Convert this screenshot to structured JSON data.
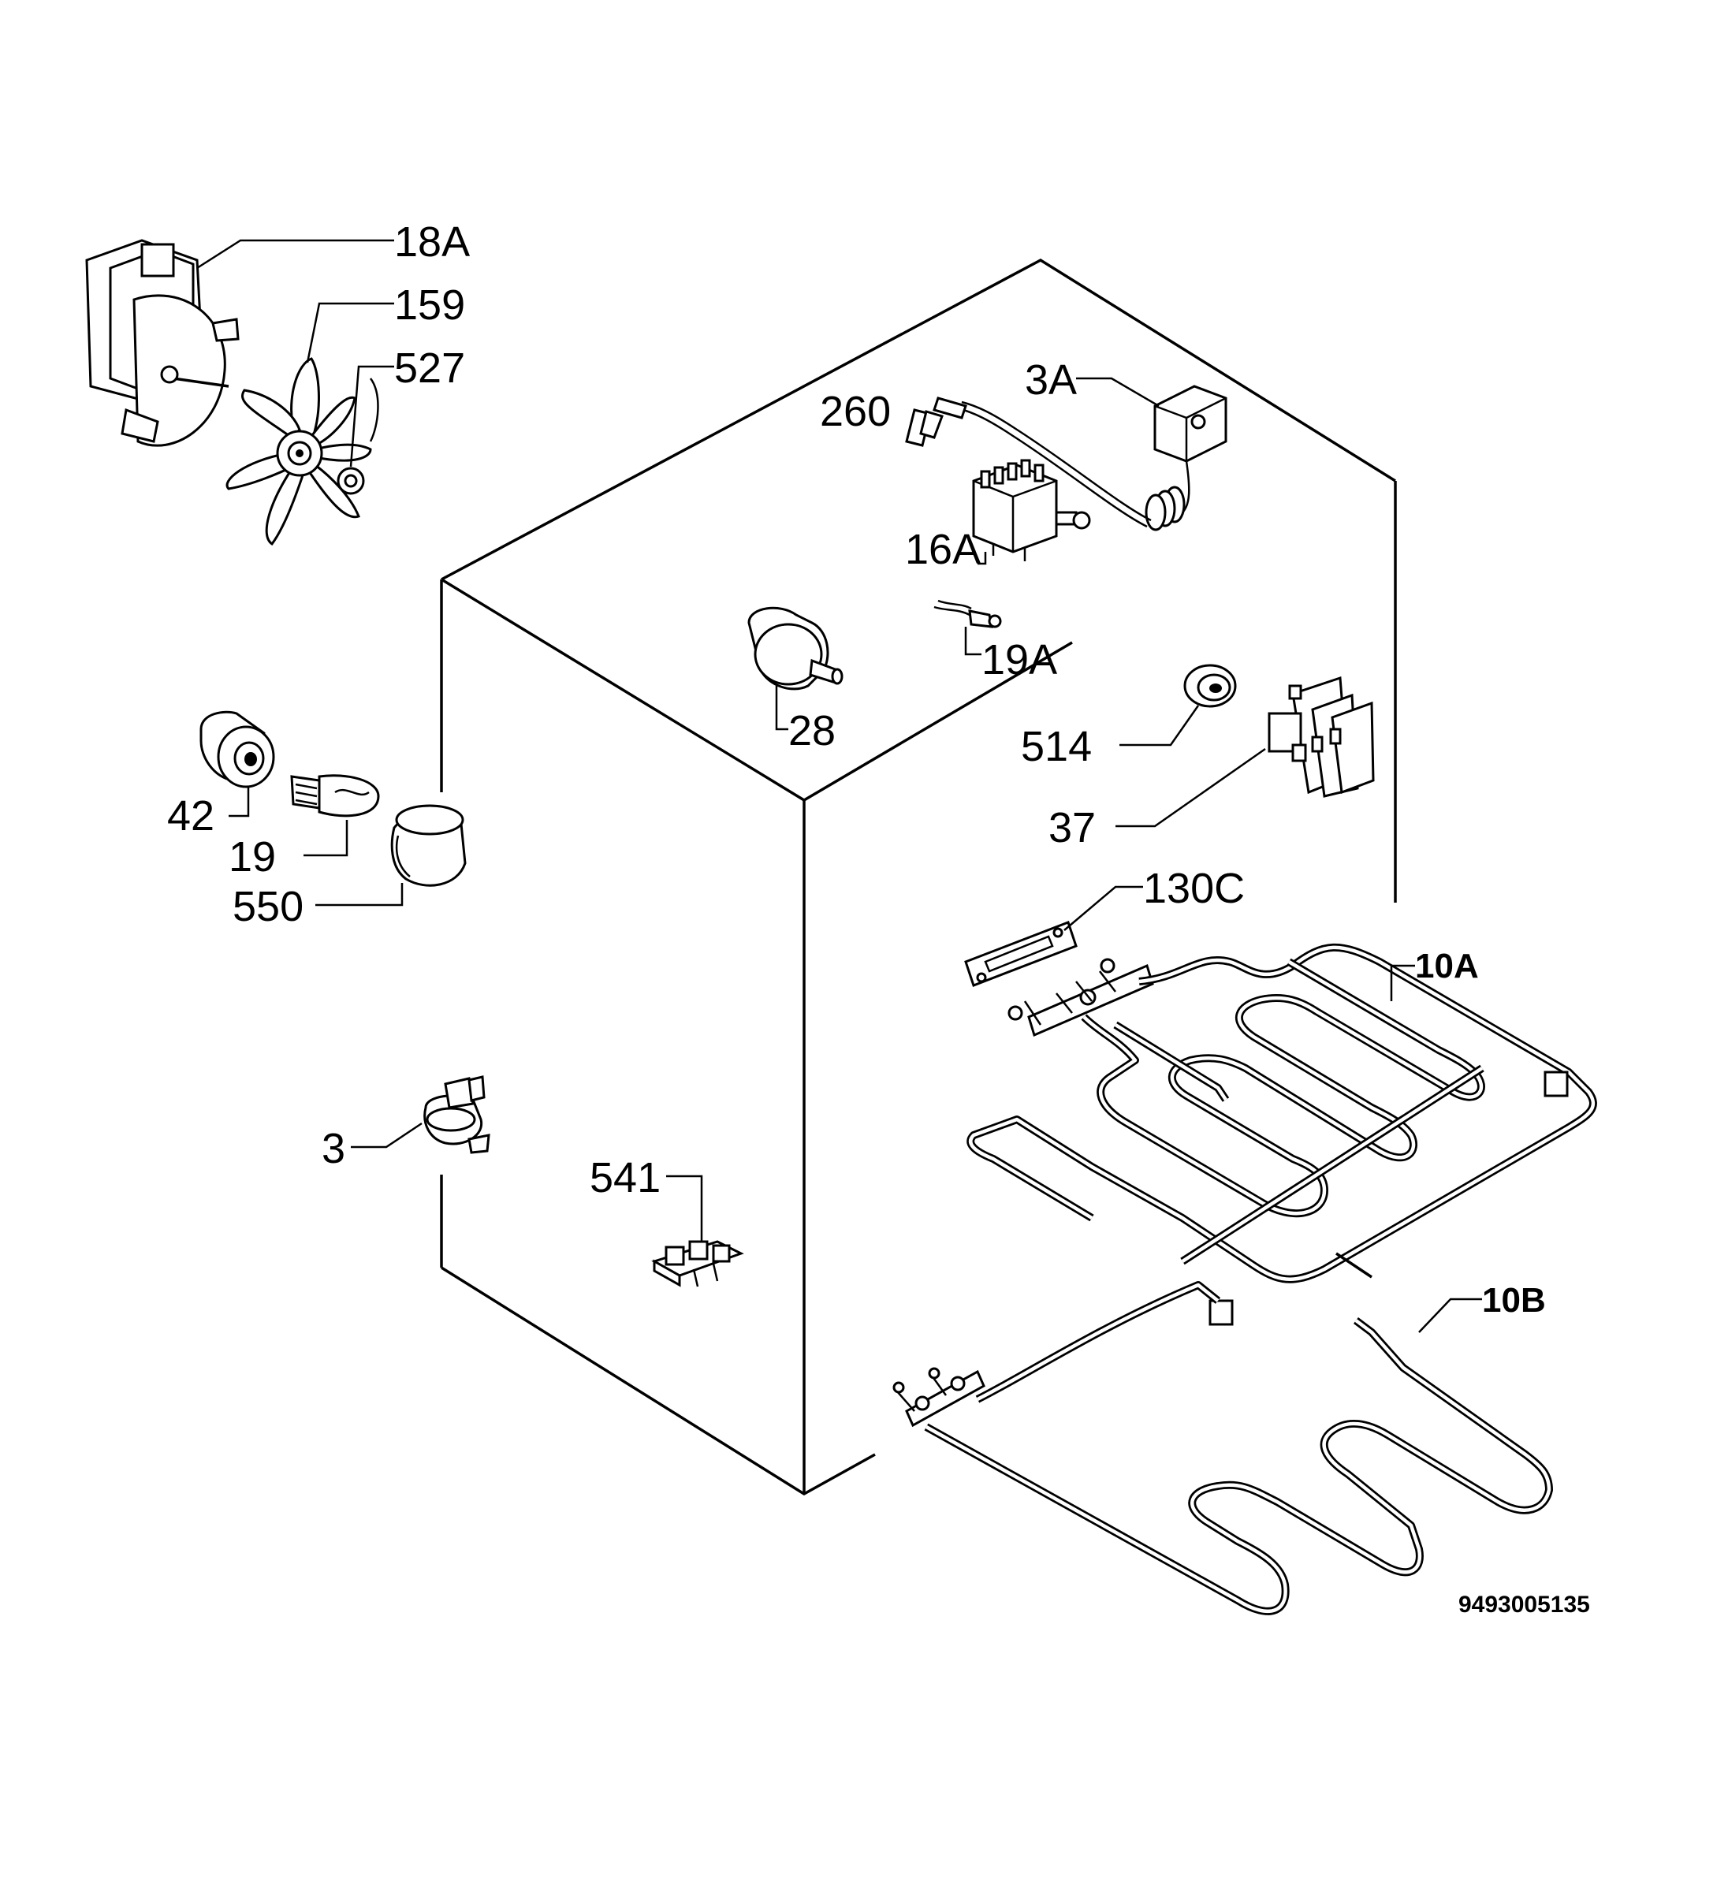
{
  "labels": {
    "l18a": "18A",
    "l159": "159",
    "l527": "527",
    "l3a": "3A",
    "l260": "260",
    "l16a": "16A",
    "l19a": "19A",
    "l28": "28",
    "l514": "514",
    "l37": "37",
    "l42": "42",
    "l19": "19",
    "l550": "550",
    "l130c": "130C",
    "l10a": "10A",
    "l10b": "10B",
    "l3": "3",
    "l541": "541"
  },
  "drawing_code": "9493005135"
}
